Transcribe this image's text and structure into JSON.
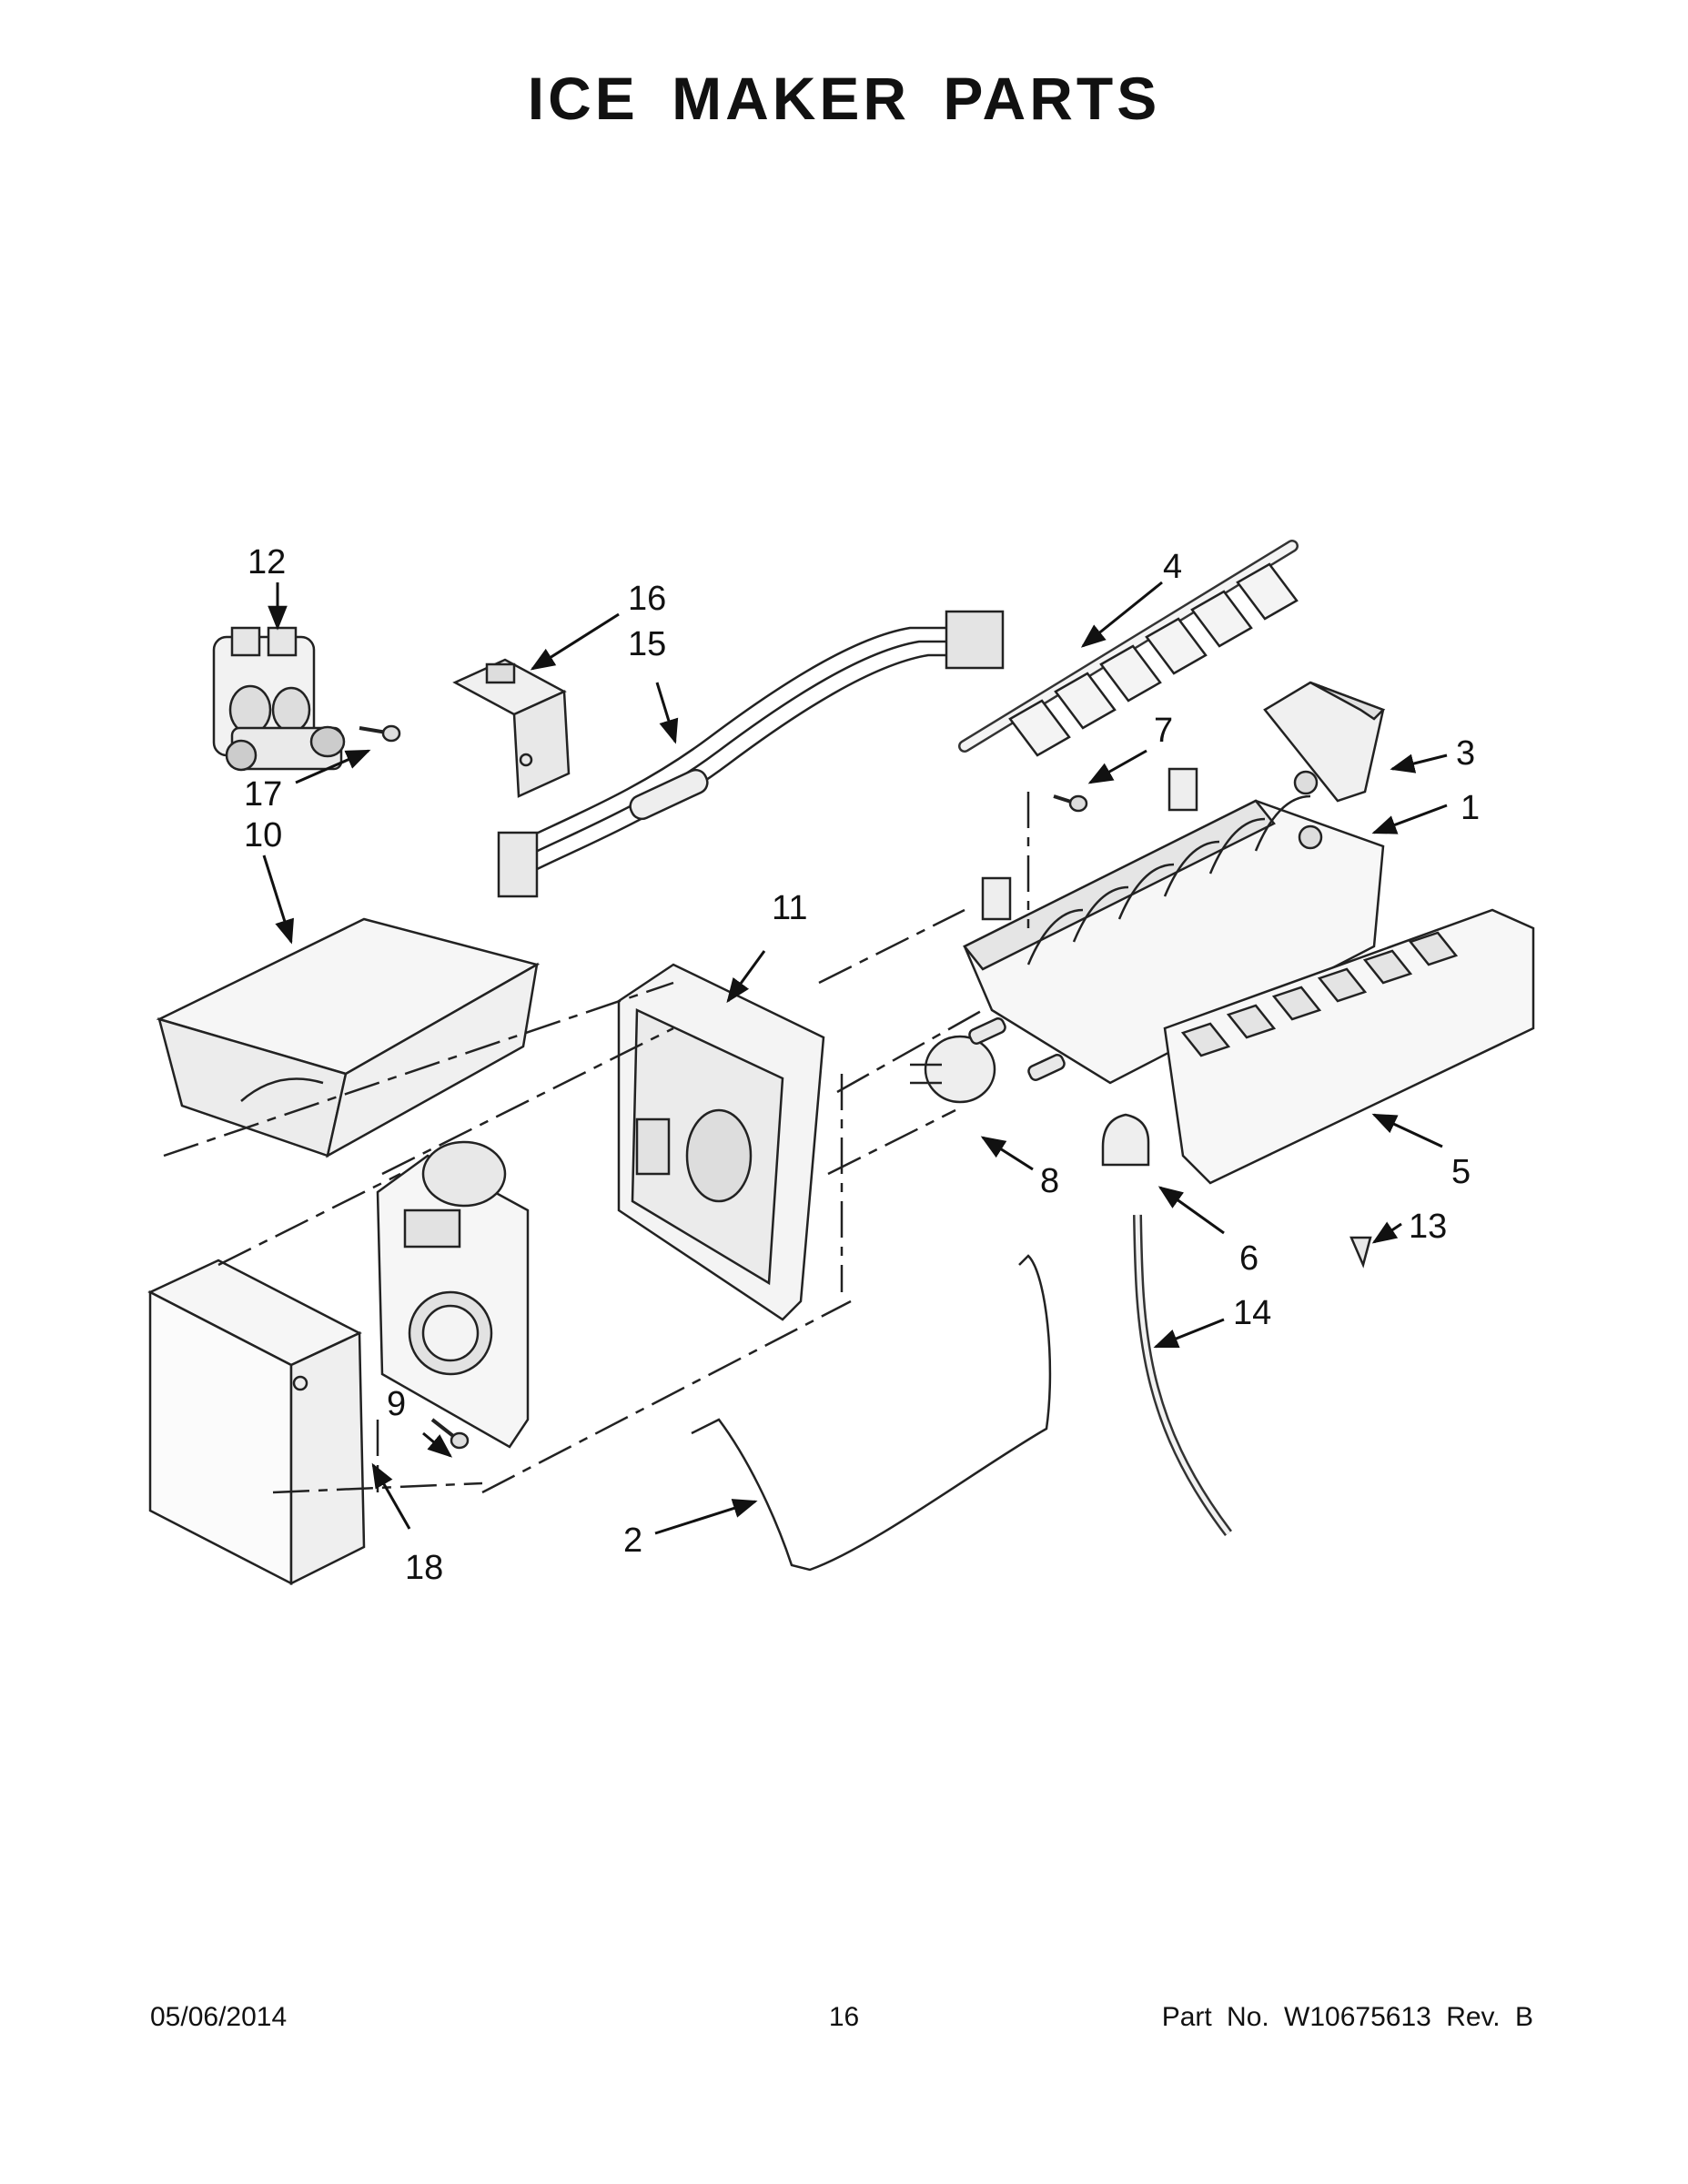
{
  "title": "ICE MAKER PARTS",
  "callouts": [
    "1",
    "2",
    "3",
    "4",
    "5",
    "6",
    "7",
    "8",
    "9",
    "10",
    "11",
    "12",
    "13",
    "14",
    "15",
    "16",
    "17",
    "18"
  ],
  "footer": {
    "date": "05/06/2014",
    "page": "16",
    "part_number": "Part No.  W10675613  Rev.  B"
  }
}
